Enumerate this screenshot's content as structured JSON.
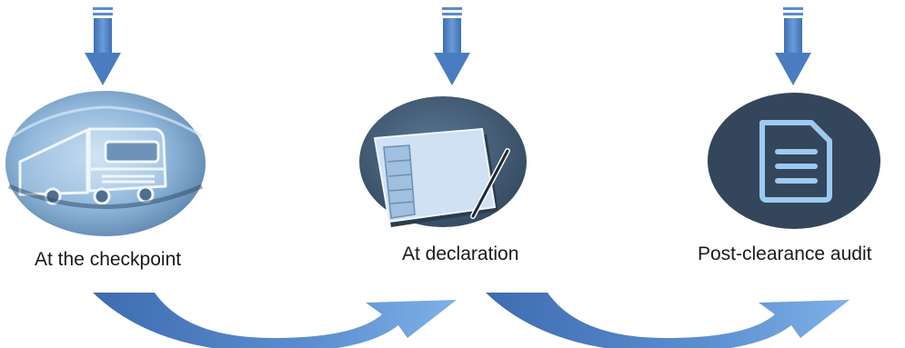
{
  "stages": [
    {
      "label": "At the checkpoint",
      "icon": "truck-icon"
    },
    {
      "label": "At declaration",
      "icon": "notepad-pen-icon"
    },
    {
      "label": "Post-clearance audit",
      "icon": "document-icon"
    }
  ],
  "colors": {
    "arrow_blue": "#4a7cc0",
    "arrow_light": "#7aa6dc",
    "circle_light": "#a9cbe8",
    "circle_mid": "#3f5b77",
    "circle_dark": "#2f4256",
    "icon_light": "#cfe4f5"
  }
}
